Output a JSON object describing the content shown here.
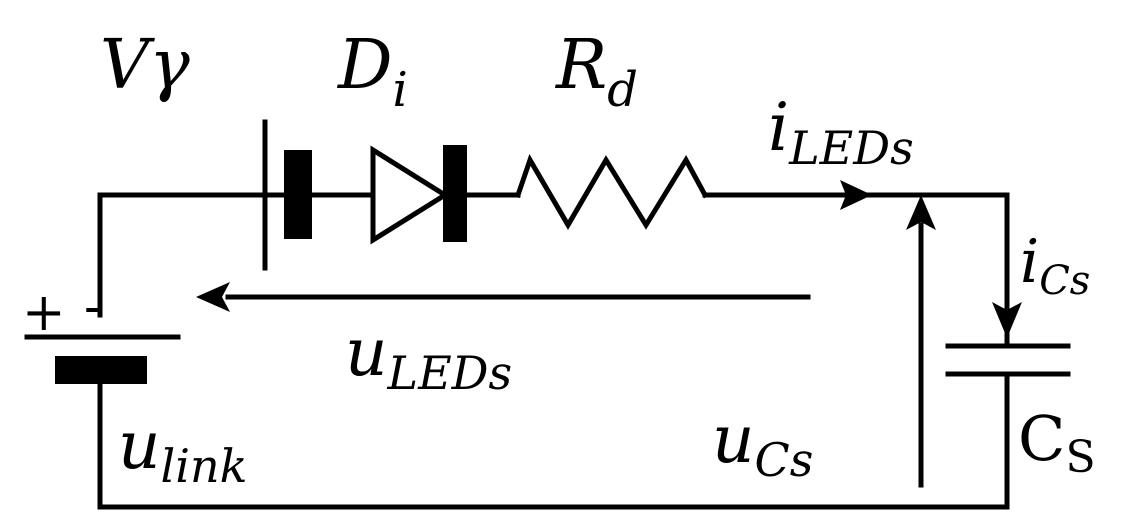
{
  "labels": {
    "source_voltage": "Vγ",
    "diode_main": "D",
    "diode_sub": "i",
    "resistor_main": "R",
    "resistor_sub": "d",
    "led_current_main": "i",
    "led_current_sub": "LEDs",
    "cap_current_main": "i",
    "cap_current_sub": "Cs",
    "led_voltage_main": "u",
    "led_voltage_sub": "LEDs",
    "link_voltage_main": "u",
    "link_voltage_sub": "link",
    "cap_voltage_main": "u",
    "cap_voltage_sub": "Cs",
    "capacitor_main": "C",
    "capacitor_sub": "S",
    "polarity_plus": "+",
    "polarity_minus": "-"
  }
}
